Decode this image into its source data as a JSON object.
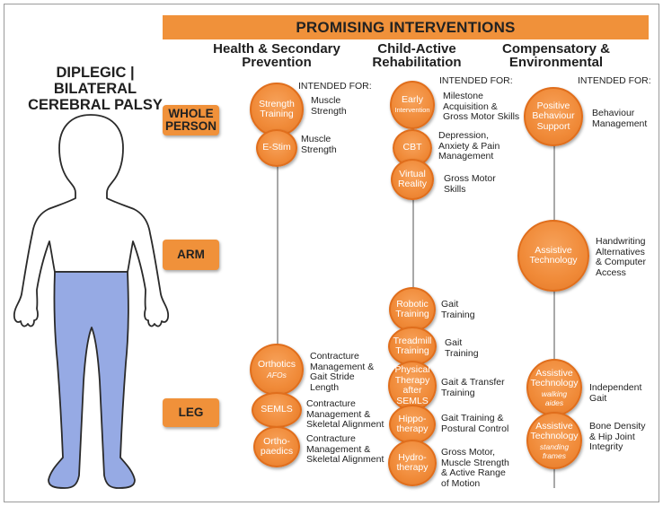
{
  "banner_title": "PROMISING INTERVENTIONS",
  "column_headers": [
    {
      "line1": "Health & Secondary",
      "line2": "Prevention"
    },
    {
      "line1": "Child-Active",
      "line2": "Rehabilitation"
    },
    {
      "line1": "Compensatory &",
      "line2": "Environmental"
    }
  ],
  "diagram_title": {
    "line1": "DIPLEGIC |",
    "line2": "BILATERAL",
    "line3": "CEREBRAL PALSY"
  },
  "body_regions": {
    "whole_person": {
      "line1": "WHOLE",
      "line2": "PERSON"
    },
    "arm": "ARM",
    "leg": "LEG"
  },
  "intended_for_label": "INTENDED FOR:",
  "colors": {
    "accent_orange": "#f0913a",
    "bubble_border": "#e06e1c",
    "leg_blue": "#96aae4",
    "connector_gray": "#a8a8a8"
  },
  "health": {
    "strength": {
      "label": "Strength Training",
      "desc": [
        "Muscle",
        "Strength"
      ]
    },
    "estim": {
      "label": "E-Stim",
      "desc": [
        "Muscle",
        "Strength"
      ]
    },
    "orthotics": {
      "label": "Orthotics",
      "sub": "AFOs",
      "desc": [
        "Contracture",
        "Management &",
        "Gait Stride",
        "Length"
      ]
    },
    "semls": {
      "label": "SEMLS",
      "desc": [
        "Contracture",
        "Management &",
        "Skeletal Alignment"
      ]
    },
    "orthopaedics": {
      "line1": "Ortho-",
      "line2": "paedics",
      "desc": [
        "Contracture",
        "Management &",
        "Skeletal Alignment"
      ]
    }
  },
  "rehab": {
    "early": {
      "line1": "Early",
      "line2": "Intervention",
      "desc": [
        "Milestone",
        "Acquisition &",
        "Gross Motor Skills"
      ]
    },
    "cbt": {
      "label": "CBT",
      "desc": [
        "Depression,",
        "Anxiety & Pain",
        "Management"
      ]
    },
    "virtual": {
      "line1": "Virtual",
      "line2": "Reality",
      "desc": [
        "Gross Motor",
        "Skills"
      ]
    },
    "robotic": {
      "line1": "Robotic",
      "line2": "Training",
      "desc": [
        "Gait",
        "Training"
      ]
    },
    "treadmill": {
      "line1": "Treadmill",
      "line2": "Training",
      "desc": [
        "Gait",
        "Training"
      ]
    },
    "physical": {
      "lines": [
        "Physical",
        "Therapy",
        "after",
        "SEMLS"
      ],
      "desc": [
        "Gait & Transfer",
        "Training"
      ]
    },
    "hippo": {
      "line1": "Hippo-",
      "line2": "therapy",
      "desc": [
        "Gait Training &",
        "Postural Control"
      ]
    },
    "hydro": {
      "line1": "Hydro-",
      "line2": "therapy",
      "desc": [
        "Gross Motor,",
        "Muscle Strength",
        "& Active Range",
        "of Motion"
      ]
    }
  },
  "comp": {
    "behaviour": {
      "lines": [
        "Positive",
        "Behaviour",
        "Support"
      ],
      "desc": [
        "Behaviour",
        "Management"
      ]
    },
    "assistive_arm": {
      "line1": "Assistive",
      "line2": "Technology",
      "desc": [
        "Handwriting",
        "Alternatives",
        "& Computer",
        "Access"
      ]
    },
    "walking": {
      "line1": "Assistive",
      "line2": "Technology",
      "sub1": "walking",
      "sub2": "aides",
      "desc": [
        "Independent",
        "Gait"
      ]
    },
    "standing": {
      "line1": "Assistive",
      "line2": "Technology",
      "sub1": "standing",
      "sub2": "frames",
      "desc": [
        "Bone Density",
        "& Hip Joint",
        "Integrity"
      ]
    }
  }
}
